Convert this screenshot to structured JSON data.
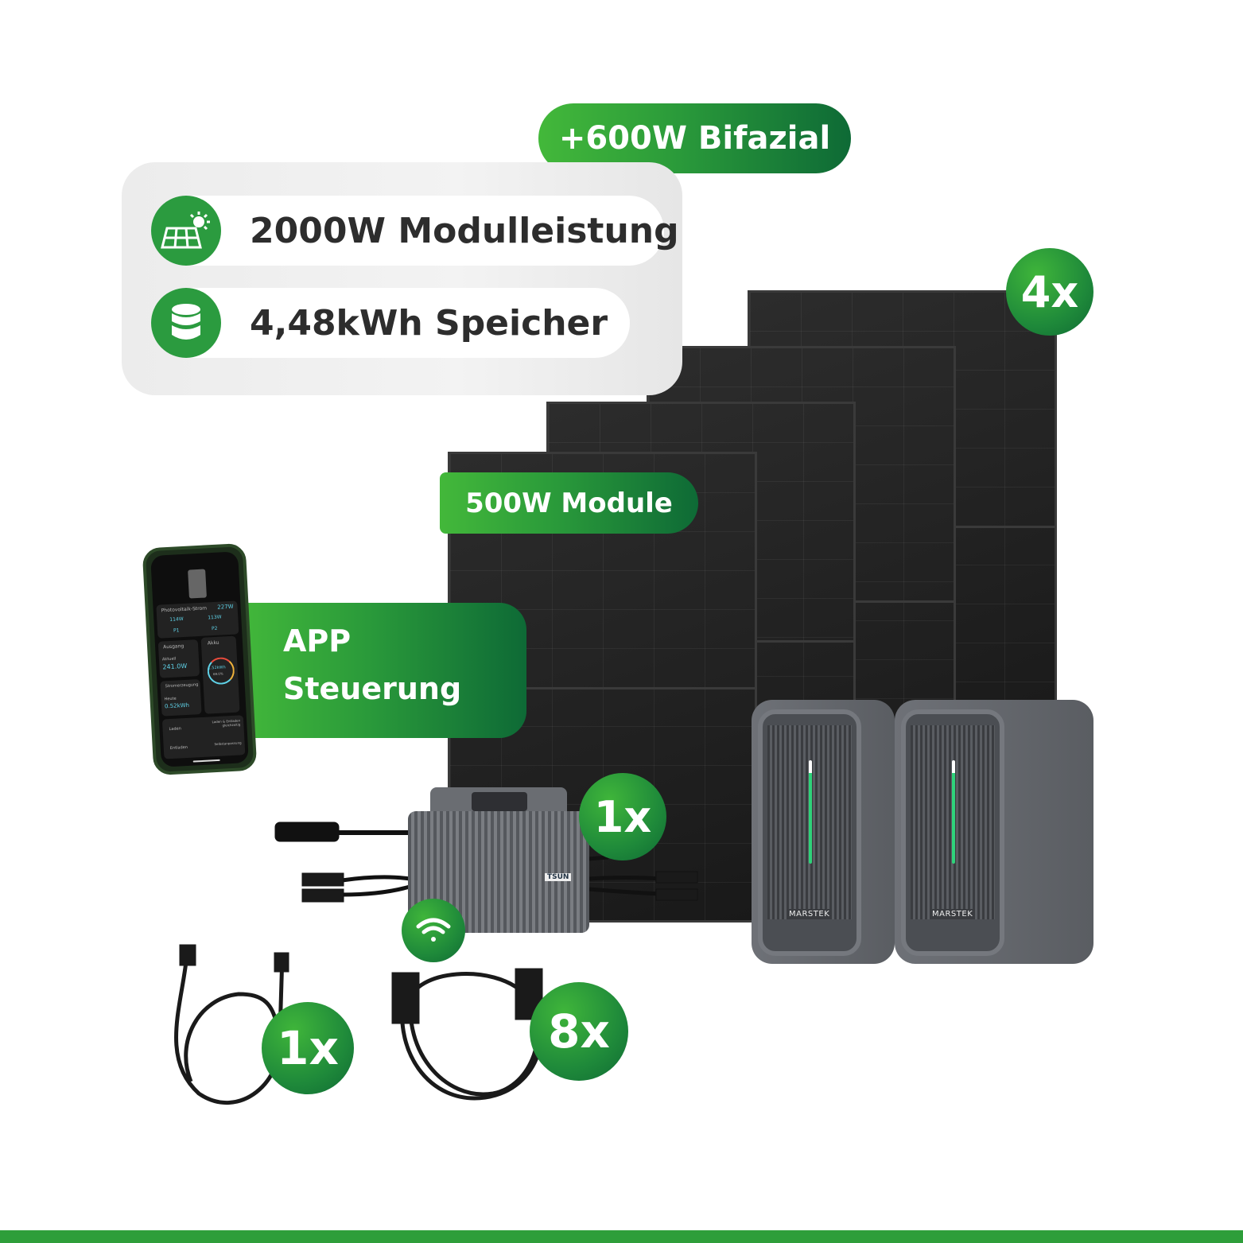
{
  "badges": {
    "bifacial": "+600W Bifazial",
    "module_label": "500W Module",
    "app_line1": "APP",
    "app_line2": "Steuerung"
  },
  "specs": [
    {
      "icon": "solar-panel-icon",
      "text": "2000W Modulleistung"
    },
    {
      "icon": "database-storage-icon",
      "text": "4,48kWh Speicher"
    }
  ],
  "counts": {
    "panels": "4x",
    "inverter": "1x",
    "ac_cable": "1x",
    "dc_cables": "8x"
  },
  "batteries": [
    {
      "brand": "MARSTEK"
    },
    {
      "brand": "MARSTEK"
    }
  ],
  "inverter": {
    "brand": "TSUN"
  },
  "phone": {
    "pv_label": "Photovoltaik-Strom",
    "pv_total": "227W",
    "p1_value": "114W",
    "p2_value": "113W",
    "p1_label": "P1",
    "p2_label": "P2",
    "output_label": "Ausgang",
    "current_label": "Aktuell",
    "output_value": "241.0W",
    "battery_label": "Akku",
    "battery_energy": "1.52kWh",
    "battery_percent": "69.0%",
    "generation_label": "Stromerzeugung",
    "today_label": "Heute",
    "generation_value": "0.52kWh",
    "charge_label": "Laden",
    "charge_mode": "Laden & Entladen gleichzeitig",
    "discharge_label": "Entladen",
    "discharge_mode": "Selbstanpassung"
  },
  "colors": {
    "accent": "#2b9b3f",
    "accent_dark": "#0e6a36",
    "footer_bar": "#2e9e3a"
  }
}
